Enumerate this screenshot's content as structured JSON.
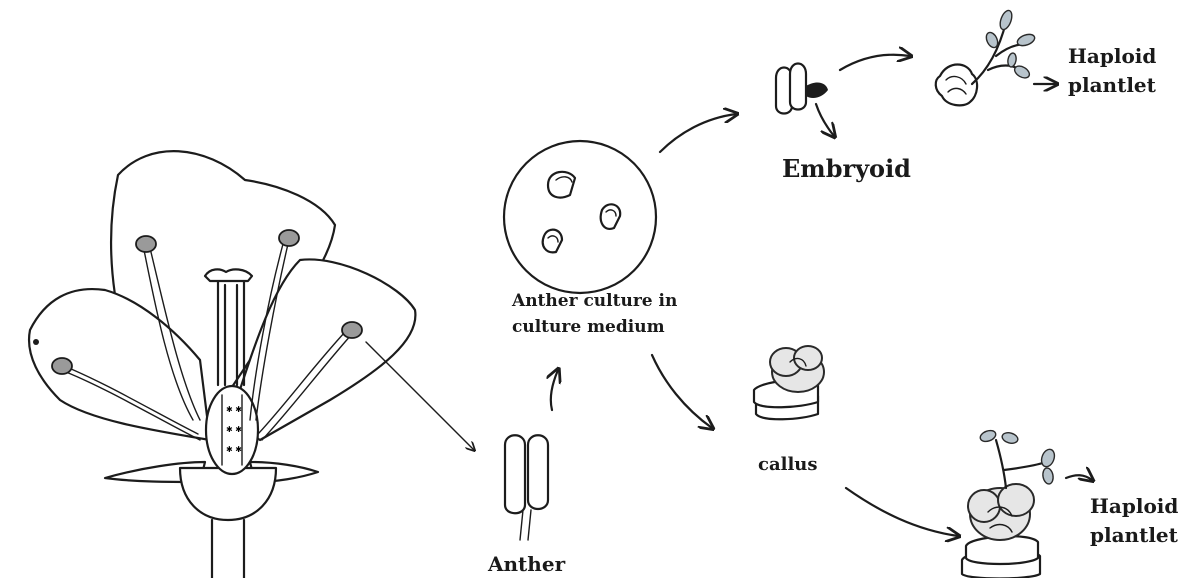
{
  "labels": {
    "haploid_top_line1": "Haploid",
    "haploid_top_line2": "plantlet",
    "embryoid": "Embryoid",
    "culture_line1": "Anther culture in",
    "culture_line2": "culture medium",
    "callus": "callus",
    "anther": "Anther",
    "haploid_bottom_line1": "Haploid",
    "haploid_bottom_line2": "plantlet"
  }
}
